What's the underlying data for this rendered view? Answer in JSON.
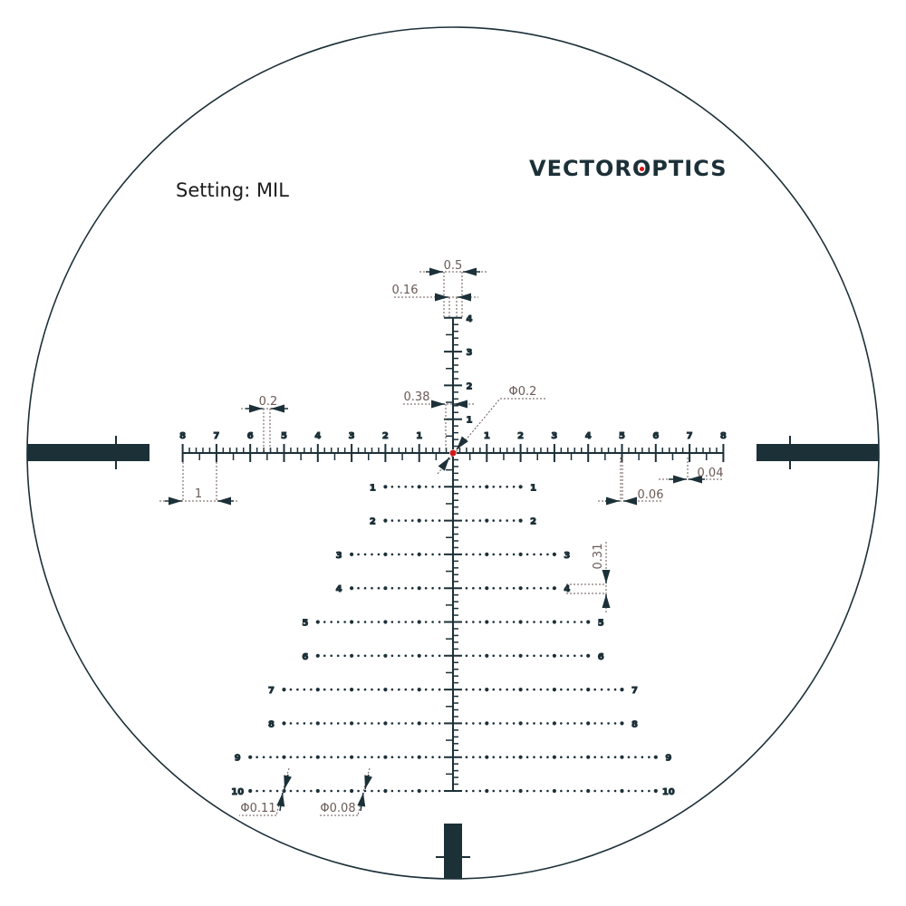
{
  "header": {
    "setting_label": "Setting: MIL",
    "brand_prefix": "VECTOR",
    "brand_o": "O",
    "brand_suffix": "PTICS"
  },
  "colors": {
    "reticle": "#1c3038",
    "dimension": "#6b5a55",
    "center_dot": "#d11a1a",
    "background": "#ffffff"
  },
  "reticle": {
    "unit": "MIL",
    "horizontal_labels": [
      "8",
      "7",
      "6",
      "5",
      "4",
      "3",
      "2",
      "1",
      "1",
      "2",
      "3",
      "4",
      "5",
      "6",
      "7",
      "8"
    ],
    "vertical_labels": [
      "1",
      "2",
      "3",
      "4"
    ],
    "drop_rows": [
      {
        "label": "1",
        "half_width_mil": 2
      },
      {
        "label": "2",
        "half_width_mil": 2
      },
      {
        "label": "3",
        "half_width_mil": 3
      },
      {
        "label": "4",
        "half_width_mil": 3
      },
      {
        "label": "5",
        "half_width_mil": 4
      },
      {
        "label": "6",
        "half_width_mil": 4
      },
      {
        "label": "7",
        "half_width_mil": 5
      },
      {
        "label": "8",
        "half_width_mil": 5
      },
      {
        "label": "9",
        "half_width_mil": 6
      },
      {
        "label": "10",
        "half_width_mil": 6
      }
    ]
  },
  "dimensions": {
    "post_width": "0.5",
    "line_width": "0.16",
    "tick_spacing": "0.2",
    "vertical_gap": "0.38",
    "center_dot": "Φ0.2",
    "major_spacing": "1",
    "hash_thickness_major": "0.06",
    "hash_thickness_minor": "0.04",
    "drop_line_spacing": "0.31",
    "large_dot": "Φ0.11",
    "small_dot": "Φ0.08"
  }
}
